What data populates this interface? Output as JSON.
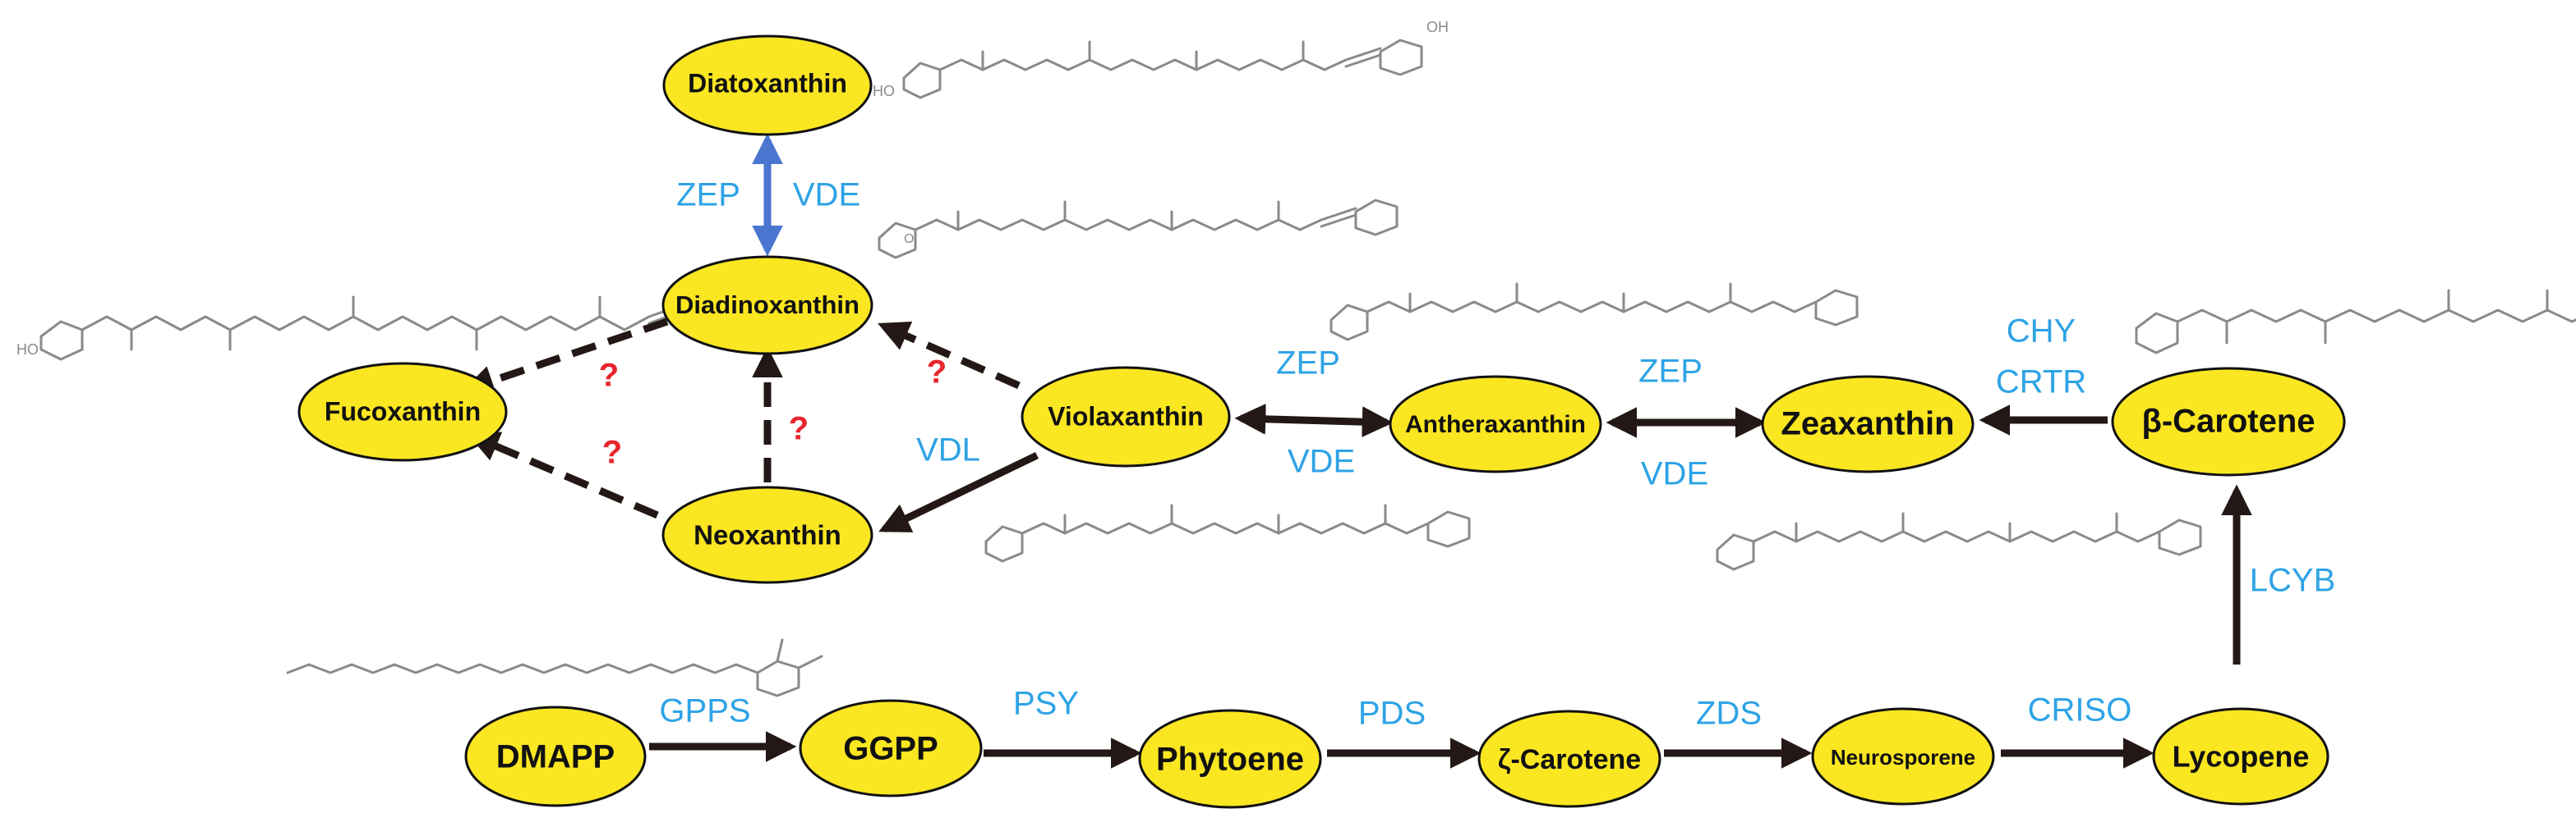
{
  "diagram": {
    "colors": {
      "node_fill": "#fbe622",
      "node_stroke": "#111111",
      "enzyme_text": "#2ea3e6",
      "arrow": "#231815",
      "blue_arrow": "#4a76cf",
      "question": "#e8252d"
    },
    "nodes": {
      "diatoxanthin": "Diatoxanthin",
      "diadinoxanthin": "Diadinoxanthin",
      "fucoxanthin": "Fucoxanthin",
      "violaxanthin": "Violaxanthin",
      "neoxanthin": "Neoxanthin",
      "antheraxanthin": "Antheraxanthin",
      "zeaxanthin": "Zeaxanthin",
      "beta_carotene": "β-Carotene",
      "dmapp": "DMAPP",
      "ggpp": "GGPP",
      "phytoene": "Phytoene",
      "zeta_carotene": "ζ-Carotene",
      "neurosporene": "Neurosporene",
      "lycopene": "Lycopene"
    },
    "enzymes": {
      "zep_top": "ZEP",
      "vde_top": "VDE",
      "vdl": "VDL",
      "zep_viola": "ZEP",
      "vde_viola": "VDE",
      "zep_anthera": "ZEP",
      "vde_anthera": "VDE",
      "chy": "CHY",
      "crtr": "CRTR",
      "lcyb": "LCYB",
      "gpps": "GPPS",
      "psy": "PSY",
      "pds": "PDS",
      "zds": "ZDS",
      "criso": "CRISO"
    },
    "unknown_marks": {
      "q1": "?",
      "q2": "?",
      "q3": "?",
      "q4": "?"
    },
    "structure_labels": {
      "hydroxyl": "HO",
      "hydroxyl_right": "OH",
      "epoxide": "O"
    }
  }
}
